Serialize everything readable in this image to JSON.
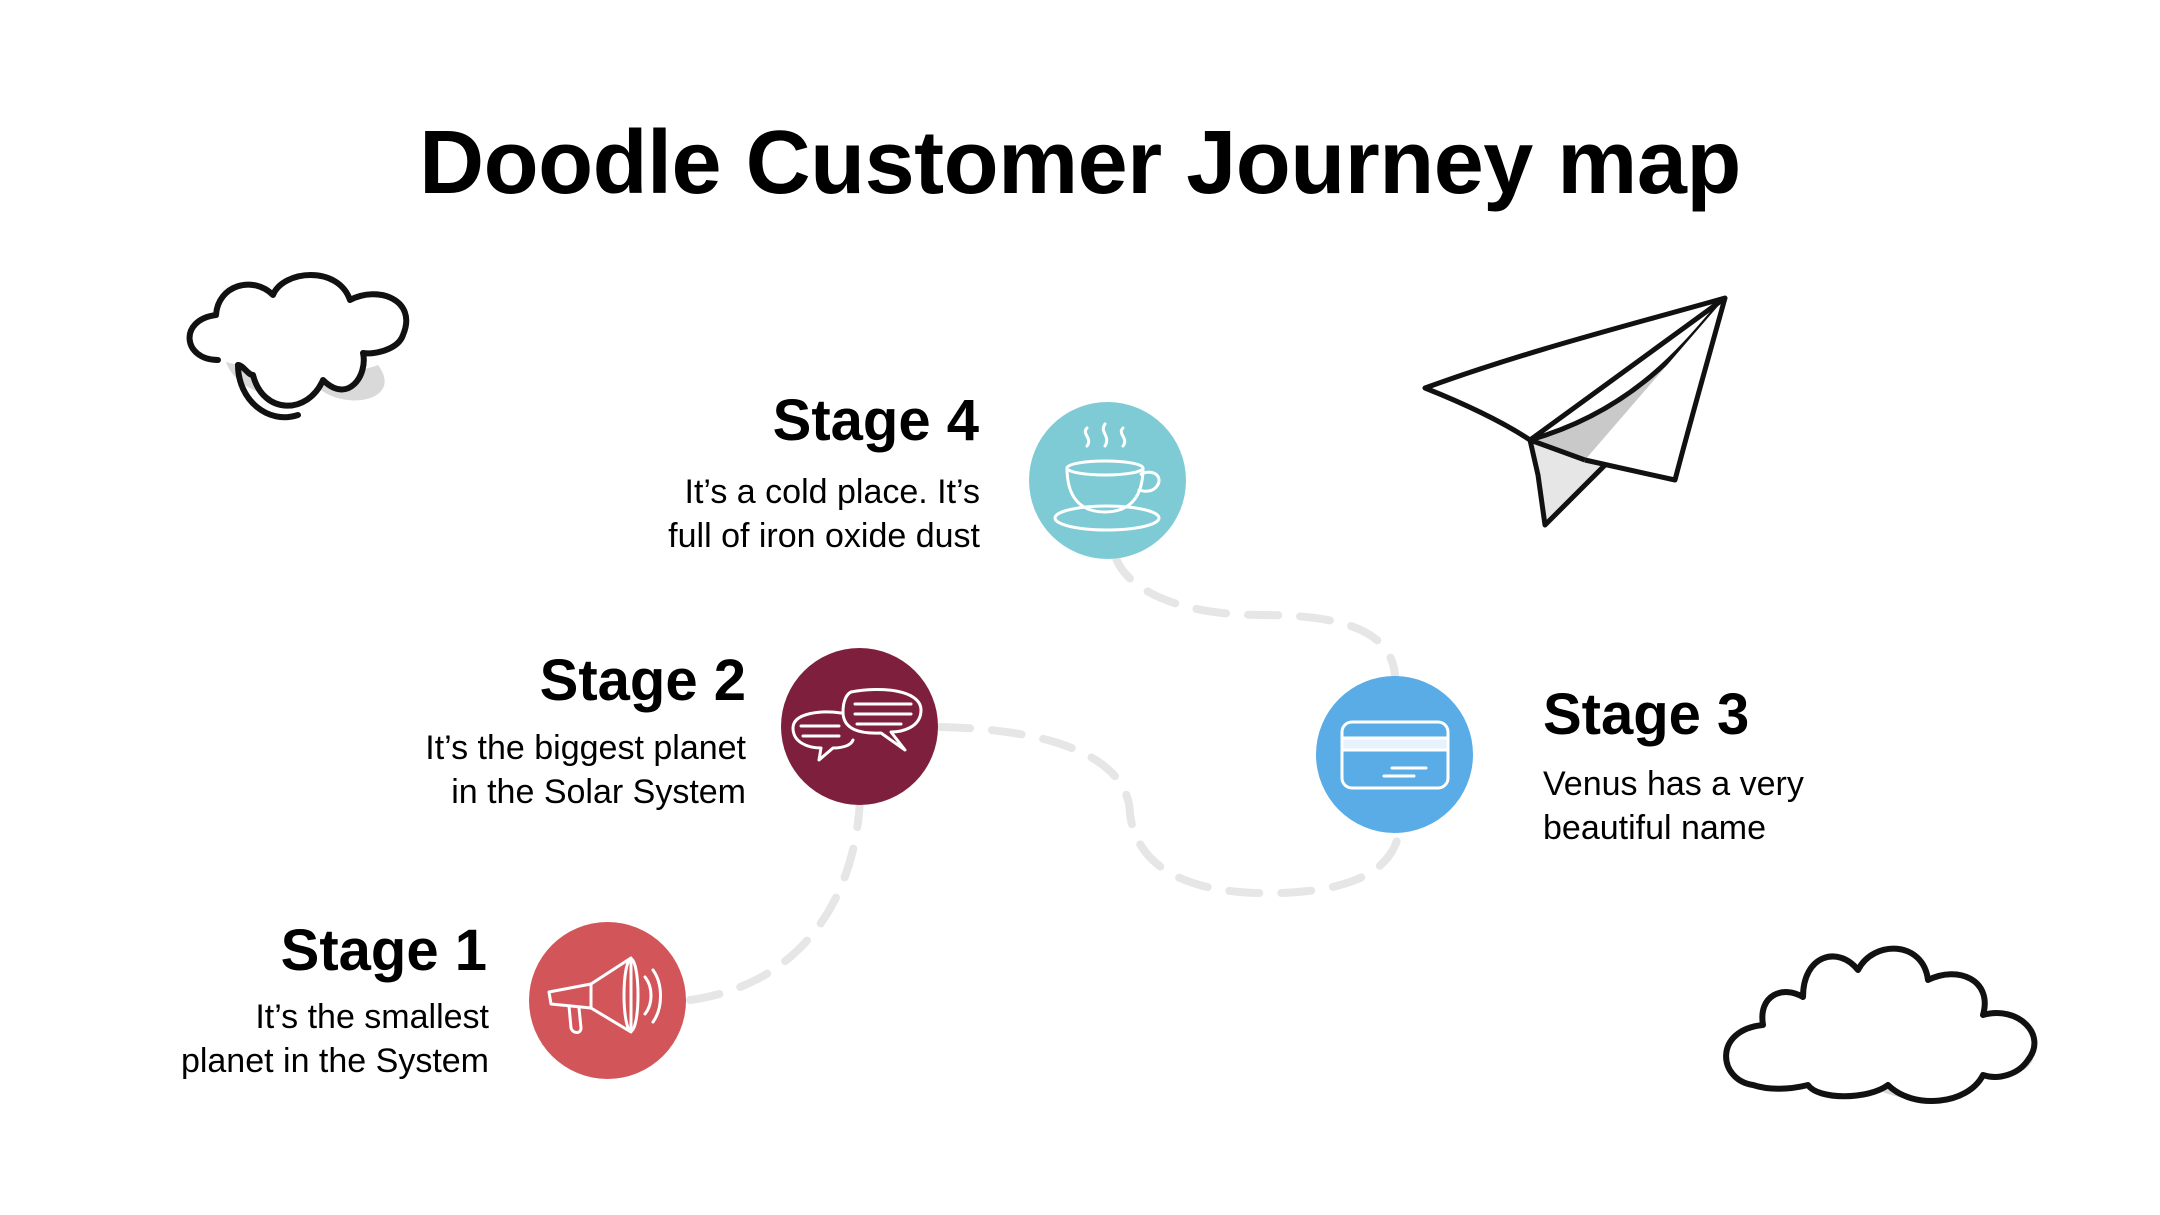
{
  "title": "Doodle Customer Journey map",
  "colors": {
    "stage1": "#d2555a",
    "stage2": "#7e1f3d",
    "stage3": "#5aace6",
    "stage4": "#7ecbd6",
    "path": "#e6e6e6"
  },
  "stages": [
    {
      "title": "Stage 1",
      "desc_line1": "It’s the smallest",
      "desc_line2": "planet in the System",
      "icon": "megaphone-icon"
    },
    {
      "title": "Stage 2",
      "desc_line1": "It’s the biggest planet",
      "desc_line2": "in the Solar System",
      "icon": "chat-bubbles-icon"
    },
    {
      "title": "Stage 3",
      "desc_line1": "Venus has a very",
      "desc_line2": "beautiful name",
      "icon": "credit-card-icon"
    },
    {
      "title": "Stage 4",
      "desc_line1": "It’s a cold place. It’s",
      "desc_line2": "full of iron oxide dust",
      "icon": "coffee-cup-icon"
    }
  ],
  "decorations": [
    "cloud-icon",
    "paper-plane-icon",
    "cloud-icon"
  ]
}
